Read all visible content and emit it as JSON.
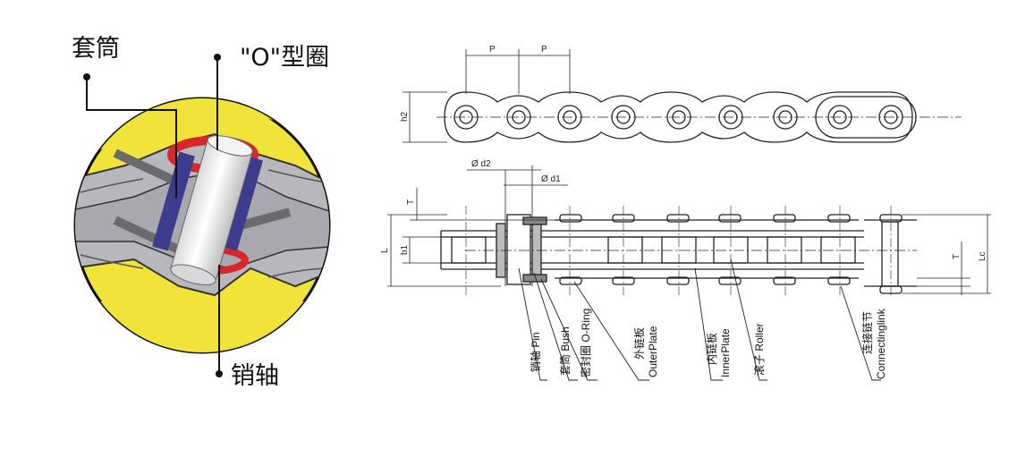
{
  "callouts": {
    "bush": "套筒",
    "oring": "\"O\"型圈",
    "pin": "销轴"
  },
  "dimensions": {
    "pitch": "P",
    "height": "h2",
    "pin_diameter": "Ø d2",
    "roller_diameter": "Ø d1",
    "plate_thickness": "T",
    "length": "L",
    "inner_width": "b1",
    "connecting_length": "Lc"
  },
  "parts": [
    "销轴 Pin",
    "套筒 Bush",
    "密封圈 O-Ring",
    "外链板",
    "OuterPlate",
    "内链板",
    "InnerPlate",
    "滚子 Roller",
    "连接链节",
    "Connectinglink"
  ],
  "colors": {
    "highlight_yellow": "#F1E33A",
    "plate_grey": "#B8B7BC",
    "oring_red": "#D7262C",
    "bush_blue": "#3B3C8E"
  }
}
